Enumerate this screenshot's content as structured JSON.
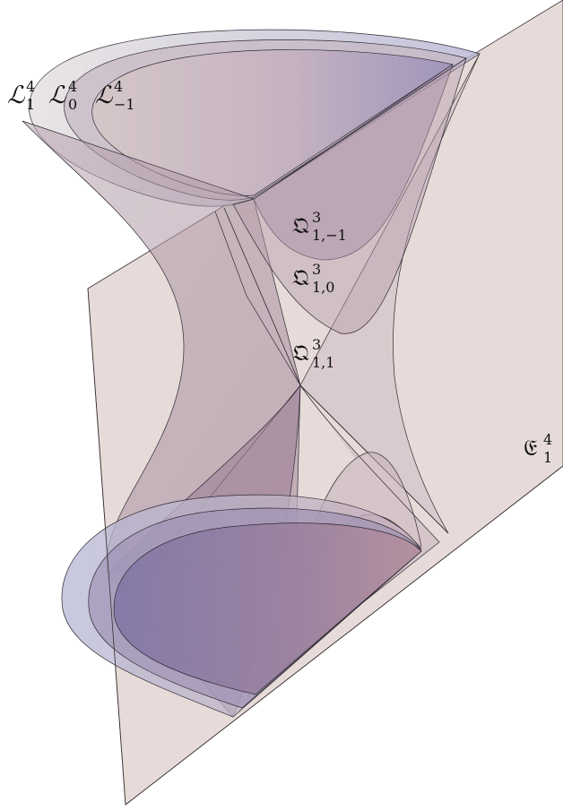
{
  "figure": {
    "surfaces": {
      "lightcone_1": {
        "base": "ℒ",
        "sup": "4",
        "sub": "1"
      },
      "lightcone_0": {
        "base": "ℒ",
        "sup": "4",
        "sub": "0"
      },
      "lightcone_m1": {
        "base": "ℒ",
        "sup": "4",
        "sub": "−1"
      },
      "quadric_1m1": {
        "base": "𝔔",
        "sup": "3",
        "sub": "1,−1"
      },
      "quadric_10": {
        "base": "𝔔",
        "sup": "3",
        "sub": "1,0"
      },
      "quadric_11": {
        "base": "𝔔",
        "sup": "3",
        "sub": "1,1"
      },
      "plane": {
        "base": "𝔈",
        "sup": "4",
        "sub": "1"
      }
    },
    "colors": {
      "plane_fill": "#e0d4d1",
      "plane_stroke": "#3b3334",
      "surface_outer": "#cfc9d3",
      "surface_mid": "#bbb0c3",
      "surface_inner": "#a694b4",
      "surface_purple": "#8e7aa8",
      "surface_mauve": "#b08b9a",
      "stroke": "#2f2a33"
    }
  }
}
